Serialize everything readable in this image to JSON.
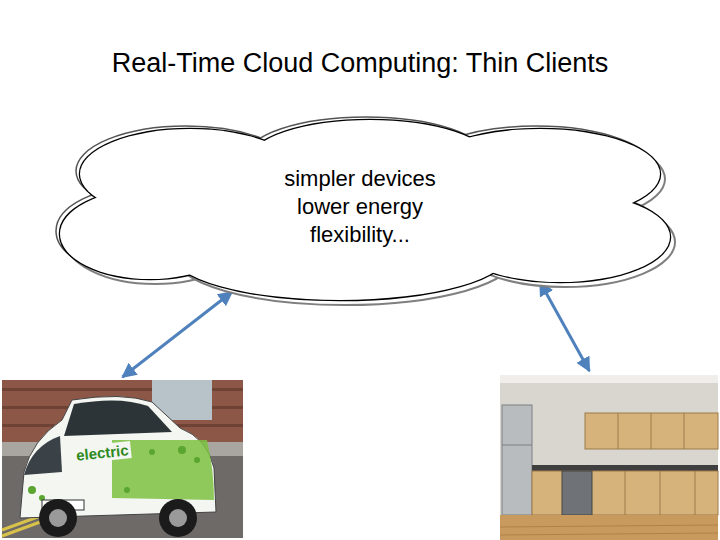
{
  "diagram": {
    "title": "Real-Time Cloud Computing: Thin Clients",
    "nodes": [
      {
        "text": [
          "simpler devices lower energy flexibility..."
        ]
      },
      {
        "text": [
          "electric"
        ]
      },
      {
        "text": []
      }
    ],
    "edges": [
      {
        "from": 0,
        "to": 1,
        "arrow": "both"
      },
      {
        "from": 0,
        "to": 2,
        "arrow": "both"
      }
    ]
  }
}
